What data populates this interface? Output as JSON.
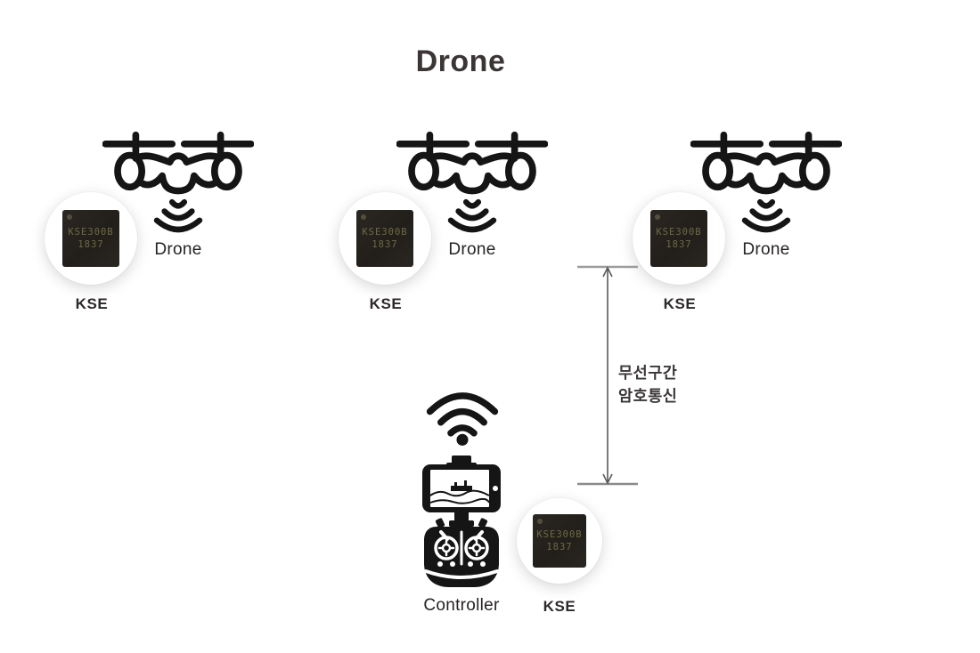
{
  "title": "Drone",
  "colors": {
    "icon": "#151515",
    "label_text": "#262223",
    "title_text": "#3c3536",
    "annotation_text": "#3b3637",
    "chip_body": "#26221e",
    "chip_marking": "#6e6a43",
    "dimension_line": "#5a5a5a",
    "dimension_tick": "#9b9b9b",
    "background": "#ffffff"
  },
  "drones": [
    {
      "label": "Drone",
      "chip_caption": "KSE",
      "chip_line1": "KSE300B",
      "chip_line2": "1837"
    },
    {
      "label": "Drone",
      "chip_caption": "KSE",
      "chip_line1": "KSE300B",
      "chip_line2": "1837"
    },
    {
      "label": "Drone",
      "chip_caption": "KSE",
      "chip_line1": "KSE300B",
      "chip_line2": "1837"
    }
  ],
  "controller": {
    "label": "Controller",
    "chip_caption": "KSE",
    "chip_line1": "KSE300B",
    "chip_line2": "1837"
  },
  "annotation": {
    "line1": "무선구간",
    "line2": "암호통신"
  },
  "icons": {
    "drone": "drone-quadcopter-front-view",
    "waves_down": "signal-waves-downward",
    "wifi": "wifi-signal",
    "controller": "rc-controller-with-phone",
    "chip": "kse-security-chip-photo",
    "dimension": "vertical-extent-arrow"
  }
}
